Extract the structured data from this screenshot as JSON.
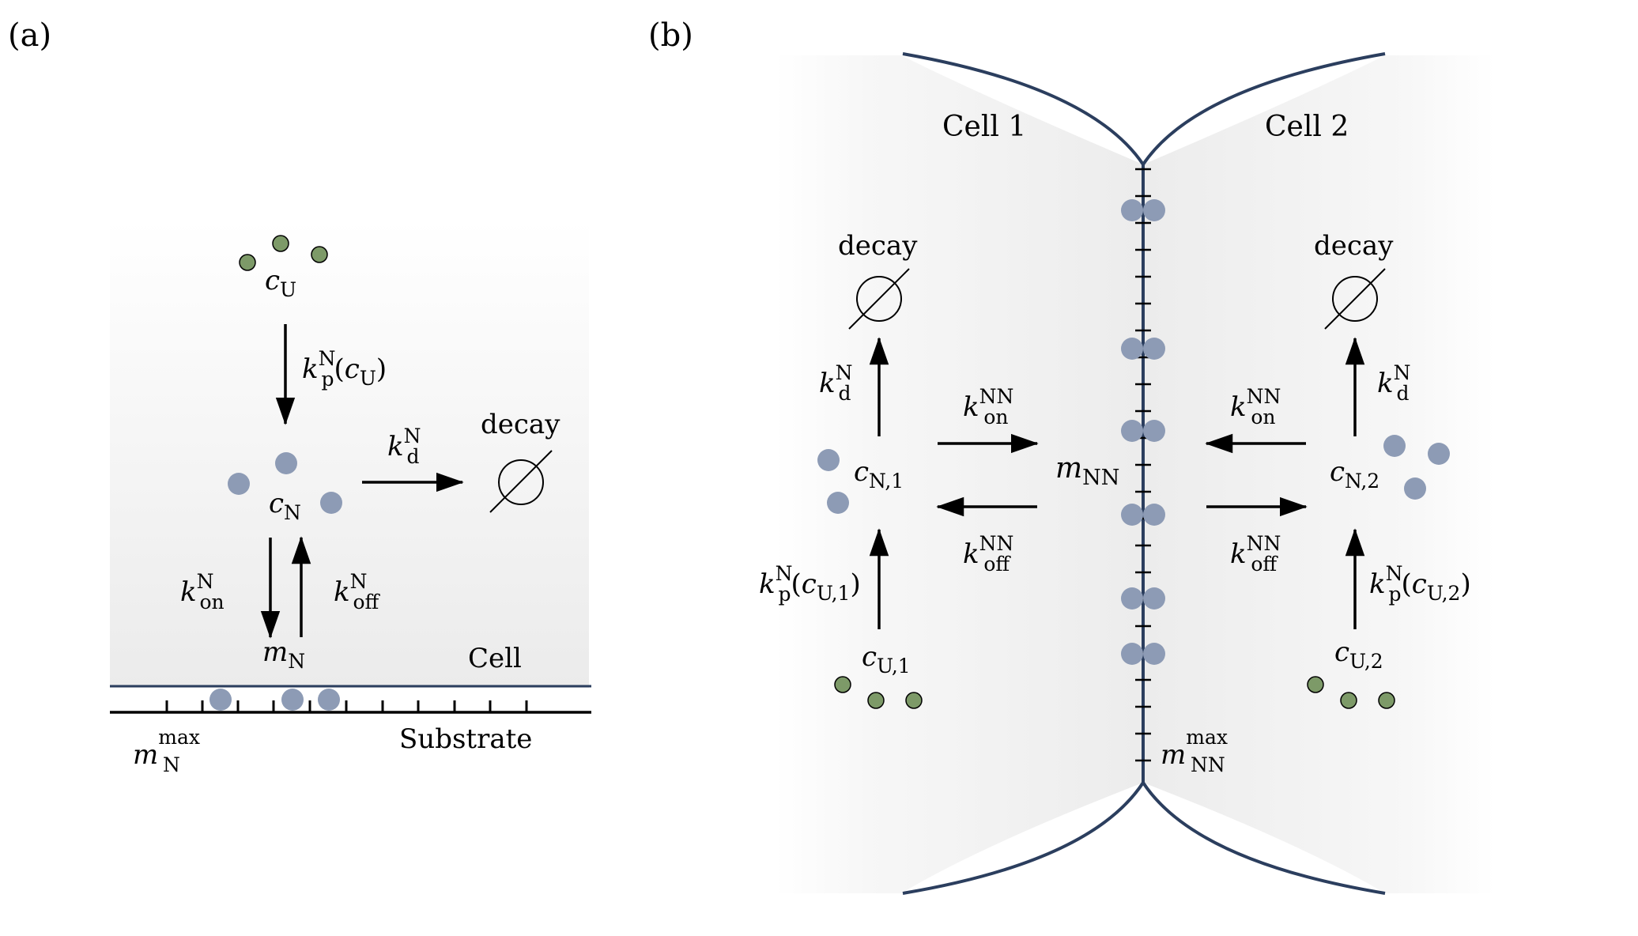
{
  "panel_a": {
    "label": "(a)",
    "species_u": {
      "base": "c",
      "sub": "U"
    },
    "species_n": {
      "base": "c",
      "sub": "N"
    },
    "membrane_n": {
      "base": "m",
      "sub": "N"
    },
    "membrane_max": {
      "base": "m",
      "sub": "N",
      "sup": "max"
    },
    "rate_p": {
      "base": "k",
      "sub": "p",
      "sup": "N",
      "arg_open": "(",
      "arg_base": "c",
      "arg_sub": "U",
      "arg_close": ")"
    },
    "rate_d": {
      "base": "k",
      "sub": "d",
      "sup": "N"
    },
    "rate_on": {
      "base": "k",
      "sub": "on",
      "sup": "N"
    },
    "rate_off": {
      "base": "k",
      "sub": "off",
      "sup": "N"
    },
    "decay_label": "decay",
    "cell_label": "Cell",
    "substrate_label": "Substrate"
  },
  "panel_b": {
    "label": "(b)",
    "cell1_label": "Cell 1",
    "cell2_label": "Cell 2",
    "decay_label": "decay",
    "c_n1": {
      "base": "c",
      "sub": "N,1"
    },
    "c_n2": {
      "base": "c",
      "sub": "N,2"
    },
    "c_u1": {
      "base": "c",
      "sub": "U,1"
    },
    "c_u2": {
      "base": "c",
      "sub": "U,2"
    },
    "m_nn": {
      "base": "m",
      "sub": "NN"
    },
    "m_nn_max": {
      "base": "m",
      "sub": "NN",
      "sup": "max"
    },
    "rate_d": {
      "base": "k",
      "sub": "d",
      "sup": "N"
    },
    "rate_on_nn": {
      "base": "k",
      "sub": "on",
      "sup": "NN"
    },
    "rate_off_nn": {
      "base": "k",
      "sub": "off",
      "sup": "NN"
    },
    "rate_p1": {
      "base": "k",
      "sub": "p",
      "sup": "N",
      "arg_open": "(",
      "arg_base": "c",
      "arg_sub": "U,1",
      "arg_close": ")"
    },
    "rate_p2": {
      "base": "k",
      "sub": "p",
      "sup": "N",
      "arg_open": "(",
      "arg_base": "c",
      "arg_sub": "U,2",
      "arg_close": ")"
    }
  },
  "colors": {
    "notch": "#8d9bb5",
    "unbound": "#7d9a68",
    "membrane": "#2b3e5e"
  }
}
